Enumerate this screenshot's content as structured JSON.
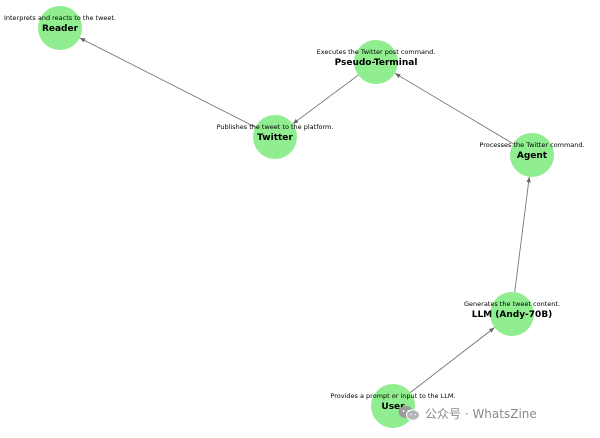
{
  "nodes": [
    {
      "id": "reader",
      "label": "Reader",
      "description": "Interprets and reacts to the tweet."
    },
    {
      "id": "pseudo_terminal",
      "label": "Pseudo-Terminal",
      "description": "Executes the Twitter post command."
    },
    {
      "id": "twitter",
      "label": "Twitter",
      "description": "Publishes the tweet to the platform."
    },
    {
      "id": "agent",
      "label": "Agent",
      "description": "Processes the Twitter command."
    },
    {
      "id": "llm",
      "label": "LLM (Andy-70B)",
      "description": "Generates the tweet content."
    },
    {
      "id": "user",
      "label": "User",
      "description": "Provides a prompt or input to the LLM."
    }
  ],
  "edges": [
    {
      "from": "user",
      "to": "llm"
    },
    {
      "from": "llm",
      "to": "agent"
    },
    {
      "from": "agent",
      "to": "pseudo_terminal"
    },
    {
      "from": "pseudo_terminal",
      "to": "twitter"
    },
    {
      "from": "twitter",
      "to": "reader"
    }
  ],
  "colors": {
    "node_fill": "#90ee90",
    "edge": "#6a6a6a",
    "watermark": "#8a8a8a"
  },
  "watermark": {
    "icon": "wechat-icon",
    "text": "公众号 · WhatsZine"
  }
}
